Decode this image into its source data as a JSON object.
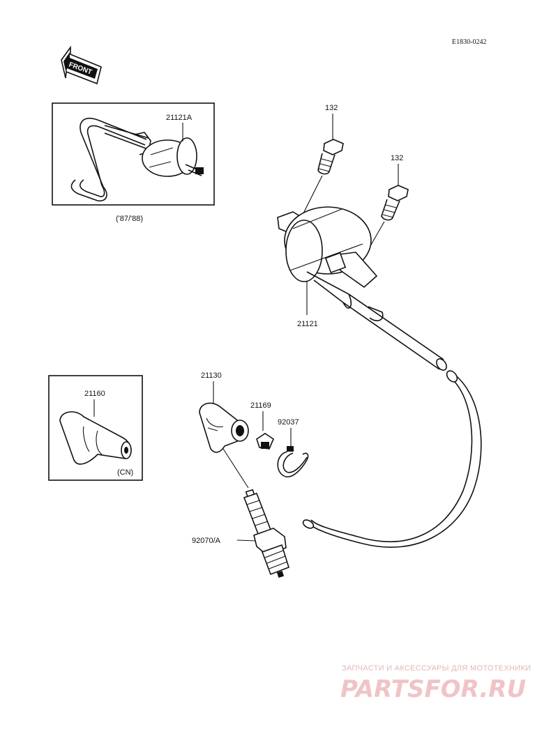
{
  "diagram_code": "E1830-0242",
  "front_label": "FRONT",
  "inset_top": {
    "part": "21121A",
    "note": "('87/'88)"
  },
  "inset_left": {
    "part": "21160",
    "note": "(CN)"
  },
  "callouts": {
    "bolt_a": "132",
    "bolt_b": "132",
    "coil": "21121",
    "cap": "21130",
    "p21169": "21169",
    "p92037": "92037",
    "plug": "92070/A"
  },
  "watermark": {
    "line1": "ЗАПЧАСТИ И АКСЕССУАРЫ ДЛЯ МОТОТЕХНИКИ",
    "line2": "PARTSFOR.RU"
  }
}
